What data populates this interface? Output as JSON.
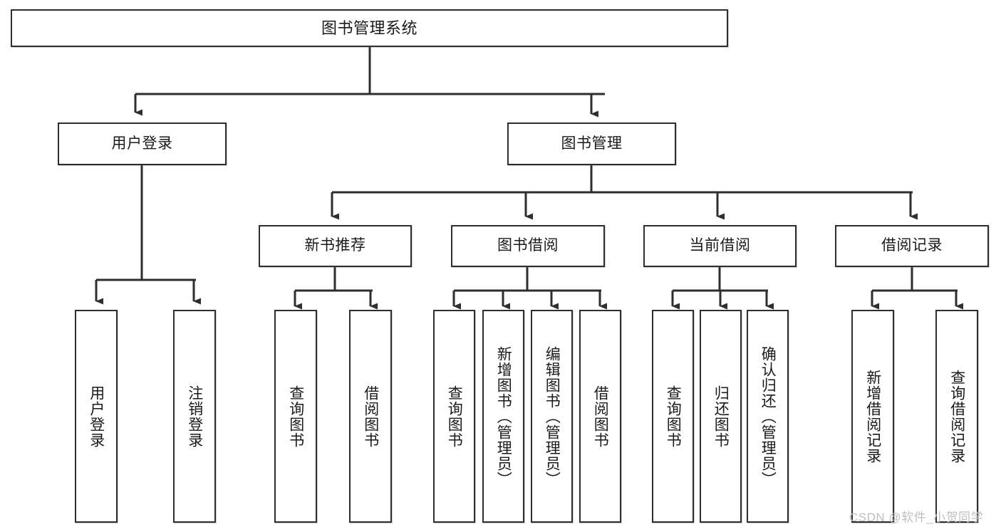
{
  "diagram": {
    "kind": "functional-structure-tree",
    "title": "图书管理系统",
    "watermark": "CSDN @软件_小贺同学",
    "colors": {
      "stroke": "#2e2e2e",
      "fill": "#ffffff",
      "text": "#1a1a1a",
      "watermark": "#bfbfbf"
    },
    "nodes": {
      "root": {
        "label": "图书管理系统"
      },
      "level2": [
        {
          "id": "user-login",
          "label": "用户登录"
        },
        {
          "id": "book-manage",
          "label": "图书管理"
        }
      ],
      "level3": [
        {
          "id": "new-book-recommend",
          "label": "新书推荐"
        },
        {
          "id": "book-borrow",
          "label": "图书借阅"
        },
        {
          "id": "current-borrow",
          "label": "当前借阅"
        },
        {
          "id": "borrow-record",
          "label": "借阅记录"
        }
      ],
      "leaves": {
        "user-login": [
          {
            "id": "leaf-user-login",
            "label": "用户登录"
          },
          {
            "id": "leaf-logout",
            "label": "注销登录"
          }
        ],
        "new-book-recommend": [
          {
            "id": "leaf-query-book-1",
            "label": "查询图书"
          },
          {
            "id": "leaf-borrow-book-1",
            "label": "借阅图书"
          }
        ],
        "book-borrow": [
          {
            "id": "leaf-query-book-2",
            "label": "查询图书"
          },
          {
            "id": "leaf-add-book",
            "label": "新增图书（管理员）"
          },
          {
            "id": "leaf-edit-book",
            "label": "编辑图书（管理员）"
          },
          {
            "id": "leaf-borrow-book-2",
            "label": "借阅图书"
          }
        ],
        "current-borrow": [
          {
            "id": "leaf-query-book-3",
            "label": "查询图书"
          },
          {
            "id": "leaf-return-book",
            "label": "归还图书"
          },
          {
            "id": "leaf-confirm-return",
            "label": "确认归还（管理员）"
          }
        ],
        "borrow-record": [
          {
            "id": "leaf-add-record",
            "label": "新增借阅记录"
          },
          {
            "id": "leaf-query-record",
            "label": "查询借阅记录"
          }
        ]
      }
    }
  }
}
